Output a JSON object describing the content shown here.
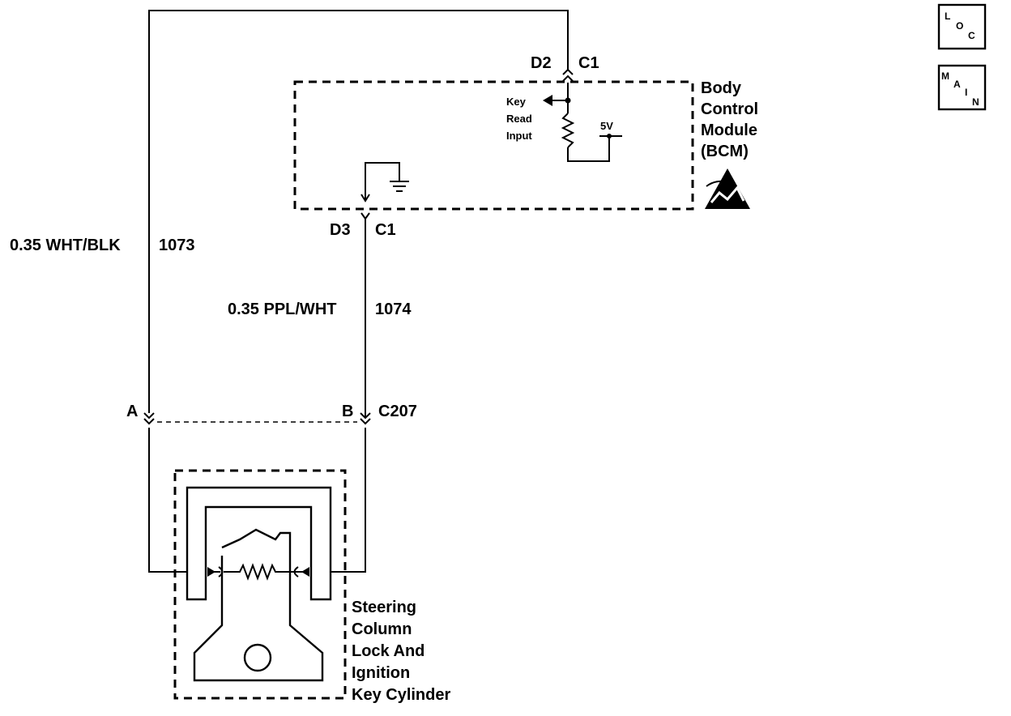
{
  "tabs": {
    "loc": {
      "letters": [
        "L",
        "O",
        "C"
      ]
    },
    "main": {
      "letters": [
        "M",
        "A",
        "I",
        "N"
      ]
    }
  },
  "bcm": {
    "name_lines": [
      "Body",
      "Control",
      "Module",
      "(BCM)"
    ],
    "input_lines": [
      "Key",
      "Read",
      "Input"
    ],
    "voltage": "5V"
  },
  "connectors": {
    "d2": "D2",
    "d2_conn": "C1",
    "d3": "D3",
    "d3_conn": "C1",
    "a": "A",
    "b": "B",
    "c207": "C207"
  },
  "wires": {
    "left": {
      "gauge_color": "0.35 WHT/BLK",
      "circuit": "1073"
    },
    "right": {
      "gauge_color": "0.35 PPL/WHT",
      "circuit": "1074"
    }
  },
  "lock_cylinder": {
    "name_lines": [
      "Steering",
      "Column",
      "Lock And",
      "Ignition",
      "Key Cylinder"
    ]
  }
}
